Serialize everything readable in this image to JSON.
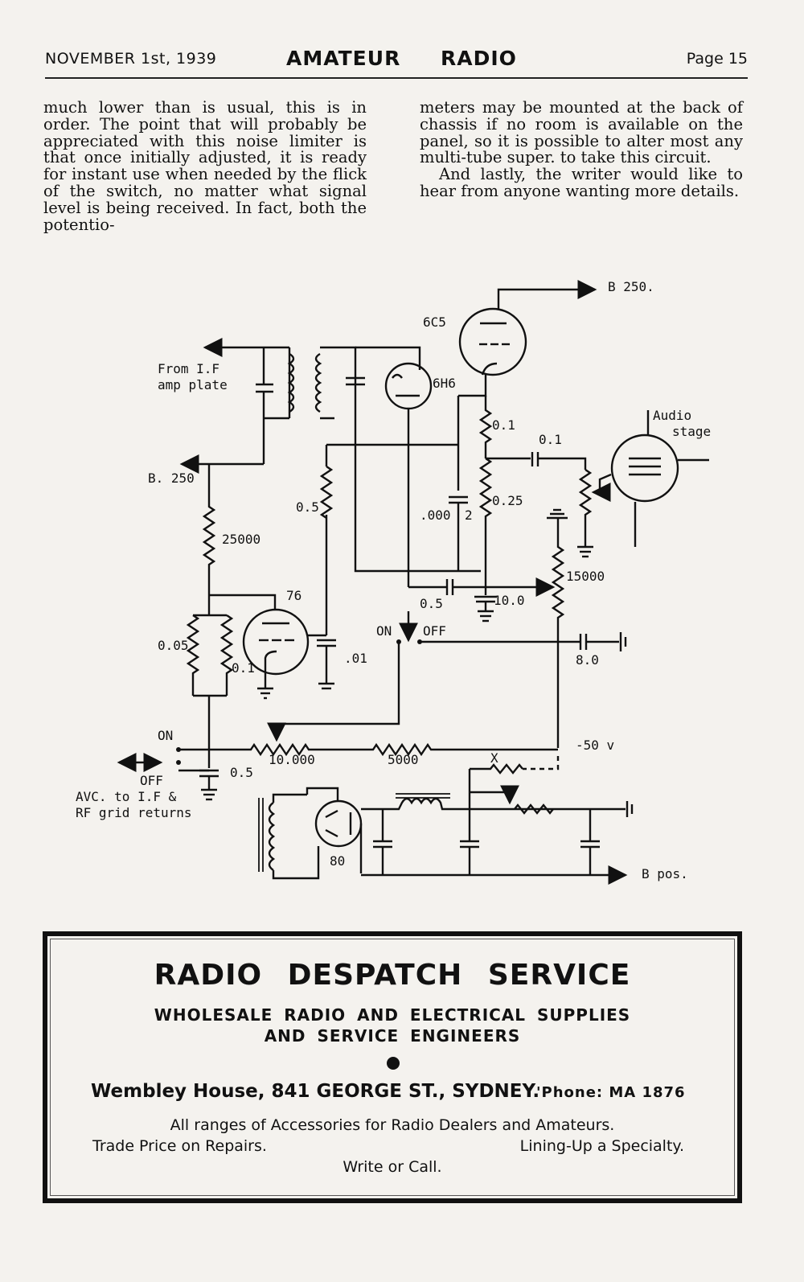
{
  "header": {
    "date": "NOVEMBER 1st, 1939",
    "title": "AMATEUR RADIO",
    "page": "Page 15"
  },
  "article": {
    "left_column": "much lower than is usual, this is in order. The point that will probably be appreciated with this noise limiter is that once initially adjusted, it is ready for instant use when needed by the flick of the switch, no matter what signal level is being received. In fact, both the potentio-",
    "right_column_p1": "meters may be mounted at the back of chassis if no room is available on the panel, so it is possible to alter most any multi-tube super. to take this circuit.",
    "right_column_p2": "And lastly, the writer would like to hear from anyone wanting more details."
  },
  "schematic": {
    "labels": {
      "b250_top": "B 250.",
      "tube_6c5": "6C5",
      "from_if": "From I.F",
      "amp_plate": "amp plate",
      "tube_6h6": "6H6",
      "r_01_a": "0.1",
      "c_01": "0.1",
      "audio": "Audio",
      "stage": "stage",
      "b250_left": "B. 250",
      "r_05": "0.5",
      "c_0002": ".000",
      "c_0002_b": "2",
      "r_025": "0.25",
      "r_25000": "25000",
      "pot_15000": "15000",
      "tube_76": "76",
      "c_05_a": "0.5",
      "c_10": "10.0",
      "on_top": "ON",
      "off_top": "OFF",
      "r_005": "0.05",
      "r_01_b": "0.1",
      "c_001": ".01",
      "c_8": "8.0",
      "on_bottom": "ON",
      "r_10000": "10.000",
      "r_5000": "5000",
      "x_mark": "X",
      "minus50": "-50 v",
      "off_bottom": "OFF",
      "c_05_b": "0.5",
      "avc1": "AVC. to I.F &",
      "avc2": "RF grid returns",
      "tube_80": "80",
      "b_pos": "B pos."
    }
  },
  "ad": {
    "name": "RADIO DESPATCH SERVICE",
    "sub1": "WHOLESALE RADIO AND ELECTRICAL SUPPLIES",
    "sub2": "AND SERVICE ENGINEERS",
    "address": "Wembley House, 841 GEORGE ST., SYDNEY.",
    "phone": "'Phone: MA 1876",
    "ranges": "All ranges of Accessories for Radio Dealers and Amateurs.",
    "trade": "Trade Price on Repairs.",
    "lining": "Lining-Up a Specialty.",
    "write": "Write or Call."
  }
}
